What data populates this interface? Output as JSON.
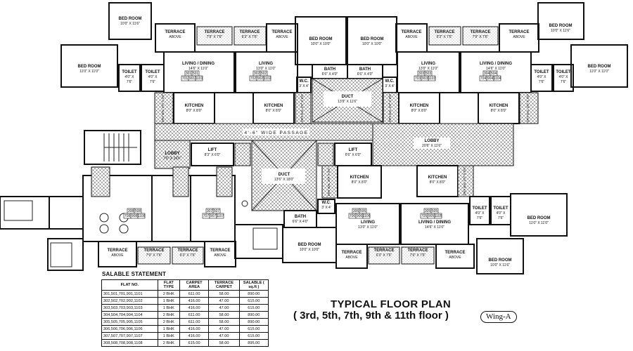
{
  "plan": {
    "title": "TYPICAL FLOOR PLAN",
    "subtitle": "( 3rd, 5th, 7th, 9th & 11th floor )",
    "wing": "Wing-A",
    "passage_label": "4'-6\" WIDE PASSAGE",
    "rooms": {
      "bed_tl": [
        "BED ROOM",
        "10'0\" X 11'6\""
      ],
      "bed_l": [
        "BED ROOM",
        "11'0\" X 11'0\""
      ],
      "toilet_l1": [
        "TOILET",
        "4'0\" X",
        "7'6\""
      ],
      "toilet_l2": [
        "TOILET",
        "4'0\" X",
        "7'6\""
      ],
      "terrace_a1": [
        "TERRACE",
        "ABOVE"
      ],
      "terrace_d1": [
        "TERRACE",
        "7'9\" X 7'6\""
      ],
      "terrace_d2": [
        "TERRACE",
        "6'3\" X 7'6\""
      ],
      "terrace_a2": [
        "TERRACE",
        "ABOVE"
      ],
      "living_1": [
        "LIVING / DINING",
        "14'6\" X 11'0\""
      ],
      "living_2": [
        "LIVING",
        "13'0\" X 11'0\""
      ],
      "kitchen_1": [
        "KITCHEN",
        "8'0\" X 8'0\""
      ],
      "kitchen_2": [
        "KITCHEN",
        "8'0\" X 8'0\""
      ],
      "bed_c1": [
        "BED ROOM",
        "10'0\" X 10'0\""
      ],
      "bed_c2": [
        "BED ROOM",
        "10'0\" X 10'0\""
      ],
      "bath_1": [
        "BATH",
        "6'6\" X 4'0\""
      ],
      "bath_2": [
        "BATH",
        "6'6\" X 4'0\""
      ],
      "wc_1": [
        "W.C.",
        "3' X 4'"
      ],
      "wc_2": [
        "W.C.",
        "3' X 4'"
      ],
      "duct_top": [
        "DUCT",
        "13'9\" X 11'6\""
      ],
      "terrace_a3": [
        "TERRACE",
        "ABOVE"
      ],
      "terrace_d3": [
        "TERRACE",
        "6'3\" X 7'6\""
      ],
      "terrace_d4": [
        "TERRACE",
        "7'9\" X 7'6\""
      ],
      "terrace_a4": [
        "TERRACE",
        "ABOVE"
      ],
      "living_3": [
        "LIVING",
        "13'0\" X 11'0\""
      ],
      "living_4": [
        "LIVING / DINING",
        "14'6\" X 11'0\""
      ],
      "kitchen_3": [
        "KITCHEN",
        "8'0\" X 8'0\""
      ],
      "kitchen_4": [
        "KITCHEN",
        "8'0\" X 8'0\""
      ],
      "bed_tr": [
        "BED ROOM",
        "10'0\" X 11'6\""
      ],
      "bed_r": [
        "BED ROOM",
        "11'0\" X 11'0\""
      ],
      "toilet_r1": [
        "TOILET",
        "4'0\" X",
        "7'6\""
      ],
      "toilet_r2": [
        "TOILET",
        "4'0\" X",
        "7'6\""
      ],
      "lobby_l": [
        "LOBBY",
        "7'6\" X 16'6\""
      ],
      "lift_1": [
        "LIFT",
        "8'3\" X 6'0\""
      ],
      "duct_mid": [
        "DUCT",
        "13'6\" X 18'0\""
      ],
      "lift_2": [
        "LIFT",
        "6'6\" X 6'0\""
      ],
      "lobby_r": [
        "LOBBY",
        "20'6\" X 11'6\""
      ],
      "kitchen_5": [
        "KITCHEN",
        "8'0\" X 8'0\""
      ],
      "kitchen_6": [
        "KITCHEN",
        "8'0\" X 8'0\""
      ],
      "wc_3": [
        "W.C.",
        "3' X 4'"
      ],
      "bath_3": [
        "BATH",
        "6'6\" X 4'0\""
      ],
      "living_5": [
        "LIVING",
        "13'0\" X 11'0\""
      ],
      "living_6": [
        "LIVING / DINING",
        "14'6\" X 11'0\""
      ],
      "bed_c3": [
        "BED ROOM",
        "10'0\" X 10'0\""
      ],
      "toilet_r3": [
        "TOILET",
        "4'0\" X",
        "7'6\""
      ],
      "toilet_r4": [
        "TOILET",
        "4'0\" X",
        "7'6\""
      ],
      "bed_r2": [
        "BED ROOM",
        "11'0\" X 11'0\""
      ],
      "bed_br": [
        "BED ROOM",
        "10'0\" X 11'6\""
      ],
      "terrace_a5": [
        "TERRACE",
        "ABOVE"
      ],
      "terrace_d5": [
        "TERRACE",
        "7'9\" X 7'6\""
      ],
      "terrace_d6": [
        "TERRACE",
        "6'3\" X 7'6\""
      ],
      "terrace_a6": [
        "TERRACE",
        "ABOVE"
      ],
      "terrace_a7": [
        "TERRACE",
        "ABOVE"
      ],
      "terrace_d7": [
        "TERRACE",
        "6'3\" X 7'6\""
      ],
      "terrace_d8": [
        "TERRACE",
        "7'9\" X 7'6\""
      ],
      "terrace_a8": [
        "TERRACE",
        "ABOVE"
      ]
    },
    "dry_bal": "DRY BAL 4'0\" X 3'6\"",
    "flat_numbers": {
      "f1": [
        [
          "301",
          "501"
        ],
        [
          "701",
          "901",
          "1101"
        ]
      ],
      "f2": [
        [
          "302",
          "502"
        ],
        [
          "702",
          "902",
          "1102"
        ]
      ],
      "f3": [
        [
          "303",
          "503"
        ],
        [
          "703",
          "903",
          "1103"
        ]
      ],
      "f4": [
        [
          "304",
          "504"
        ],
        [
          "704",
          "904",
          "1104"
        ]
      ],
      "f5": [
        [
          "308",
          "508"
        ],
        [
          "708",
          "908",
          "1108"
        ]
      ],
      "f6": [
        [
          "307",
          "507"
        ],
        [
          "707",
          "907",
          "1107"
        ]
      ],
      "f7": [
        [
          "306",
          "506"
        ],
        [
          "706",
          "906",
          "1106"
        ]
      ],
      "f8": [
        [
          "305",
          "505"
        ],
        [
          "705",
          "905",
          "1105"
        ]
      ]
    }
  },
  "salable": {
    "title": "SALABLE STATEMENT",
    "headers": [
      "FLAT NO.",
      "FLAT TYPE",
      "CARPET AREA",
      "TERRACE CARPET",
      "SALABLE ( sq.ft )"
    ],
    "rows": [
      [
        "301,501,701,901,1101",
        "2 BHK",
        "611.00",
        "58.00",
        "890.00"
      ],
      [
        "302,502,702,902,1102",
        "1 BHK",
        "416.00",
        "47.00",
        "615.00"
      ],
      [
        "303,503,703,903,1103",
        "1 BHK",
        "416.00",
        "47.00",
        "615.00"
      ],
      [
        "304,504,704,904,1104",
        "2 BHK",
        "611.00",
        "58.00",
        "890.00"
      ],
      [
        "305,505,705,905,1105",
        "2 BHK",
        "611.00",
        "58.00",
        "890.00"
      ],
      [
        "306,506,706,906,1106",
        "1 BHK",
        "416.00",
        "47.00",
        "615.00"
      ],
      [
        "307,507,707,907,1107",
        "1 BHK",
        "416.00",
        "47.00",
        "615.00"
      ],
      [
        "308,508,708,908,1108",
        "2 BHK",
        "615.00",
        "58.00",
        "895.00"
      ]
    ]
  }
}
